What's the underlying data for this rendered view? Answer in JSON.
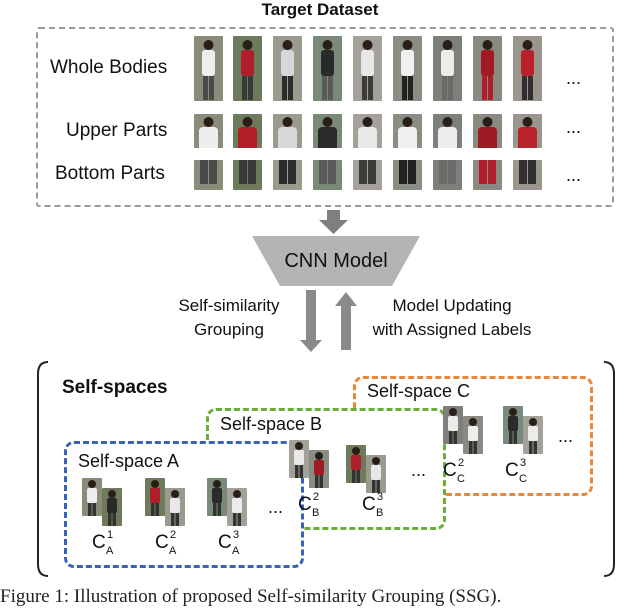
{
  "title": "Target Dataset",
  "rows": [
    {
      "label": "Whole Bodies"
    },
    {
      "label": "Upper Parts"
    },
    {
      "label": "Bottom Parts"
    }
  ],
  "ellipsis": "...",
  "model": {
    "label": "CNN Model"
  },
  "arrows": {
    "down_label": "Self-similarity\nGrouping",
    "up_label": "Model Updating\nwith Assigned Labels"
  },
  "selfspaces": {
    "title": "Self-spaces",
    "spaces": [
      {
        "label": "Self-space A",
        "color": "#3a63b8"
      },
      {
        "label": "Self-space B",
        "color": "#6aae3a"
      },
      {
        "label": "Self-space C",
        "color": "#e8883a"
      }
    ],
    "clusters_a": [
      {
        "base": "C",
        "sub": "A",
        "sup": "1"
      },
      {
        "base": "C",
        "sub": "A",
        "sup": "2"
      },
      {
        "base": "C",
        "sub": "A",
        "sup": "3"
      }
    ],
    "clusters_b": [
      {
        "base": "C",
        "sub": "B",
        "sup": "2"
      },
      {
        "base": "C",
        "sub": "B",
        "sup": "3"
      }
    ],
    "clusters_c": [
      {
        "base": "C",
        "sub": "C",
        "sup": "2"
      },
      {
        "base": "C",
        "sub": "C",
        "sup": "3"
      }
    ]
  },
  "caption": "Figure 1: Illustration of proposed Self-similarity Grouping (SSG)."
}
